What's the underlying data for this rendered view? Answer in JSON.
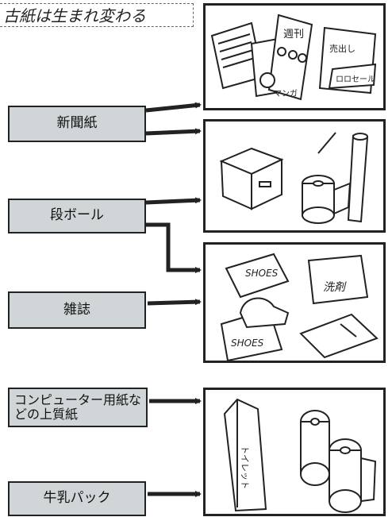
{
  "title": "古紙は生まれ変わる",
  "sources": [
    {
      "label": "新聞紙"
    },
    {
      "label": "段ボール"
    },
    {
      "label": "雑誌"
    },
    {
      "label": "コンピューター用紙などの上質紙"
    },
    {
      "label": "牛乳パック"
    }
  ],
  "products": [
    {
      "illustration": "printed-paper-illustration",
      "texts": [
        "週刊",
        "マンガ",
        "売出し",
        "ロロセール"
      ]
    },
    {
      "illustration": "cardboard-and-toilet-roll-illustration"
    },
    {
      "illustration": "shoe-boxes-illustration",
      "texts": [
        "SHOES",
        "SHOES",
        "洗剤"
      ]
    },
    {
      "illustration": "toilet-paper-illustration",
      "texts": [
        "トイレット"
      ]
    }
  ],
  "colors": {
    "label_fill": "#d0d6d8",
    "ink": "#222222"
  }
}
